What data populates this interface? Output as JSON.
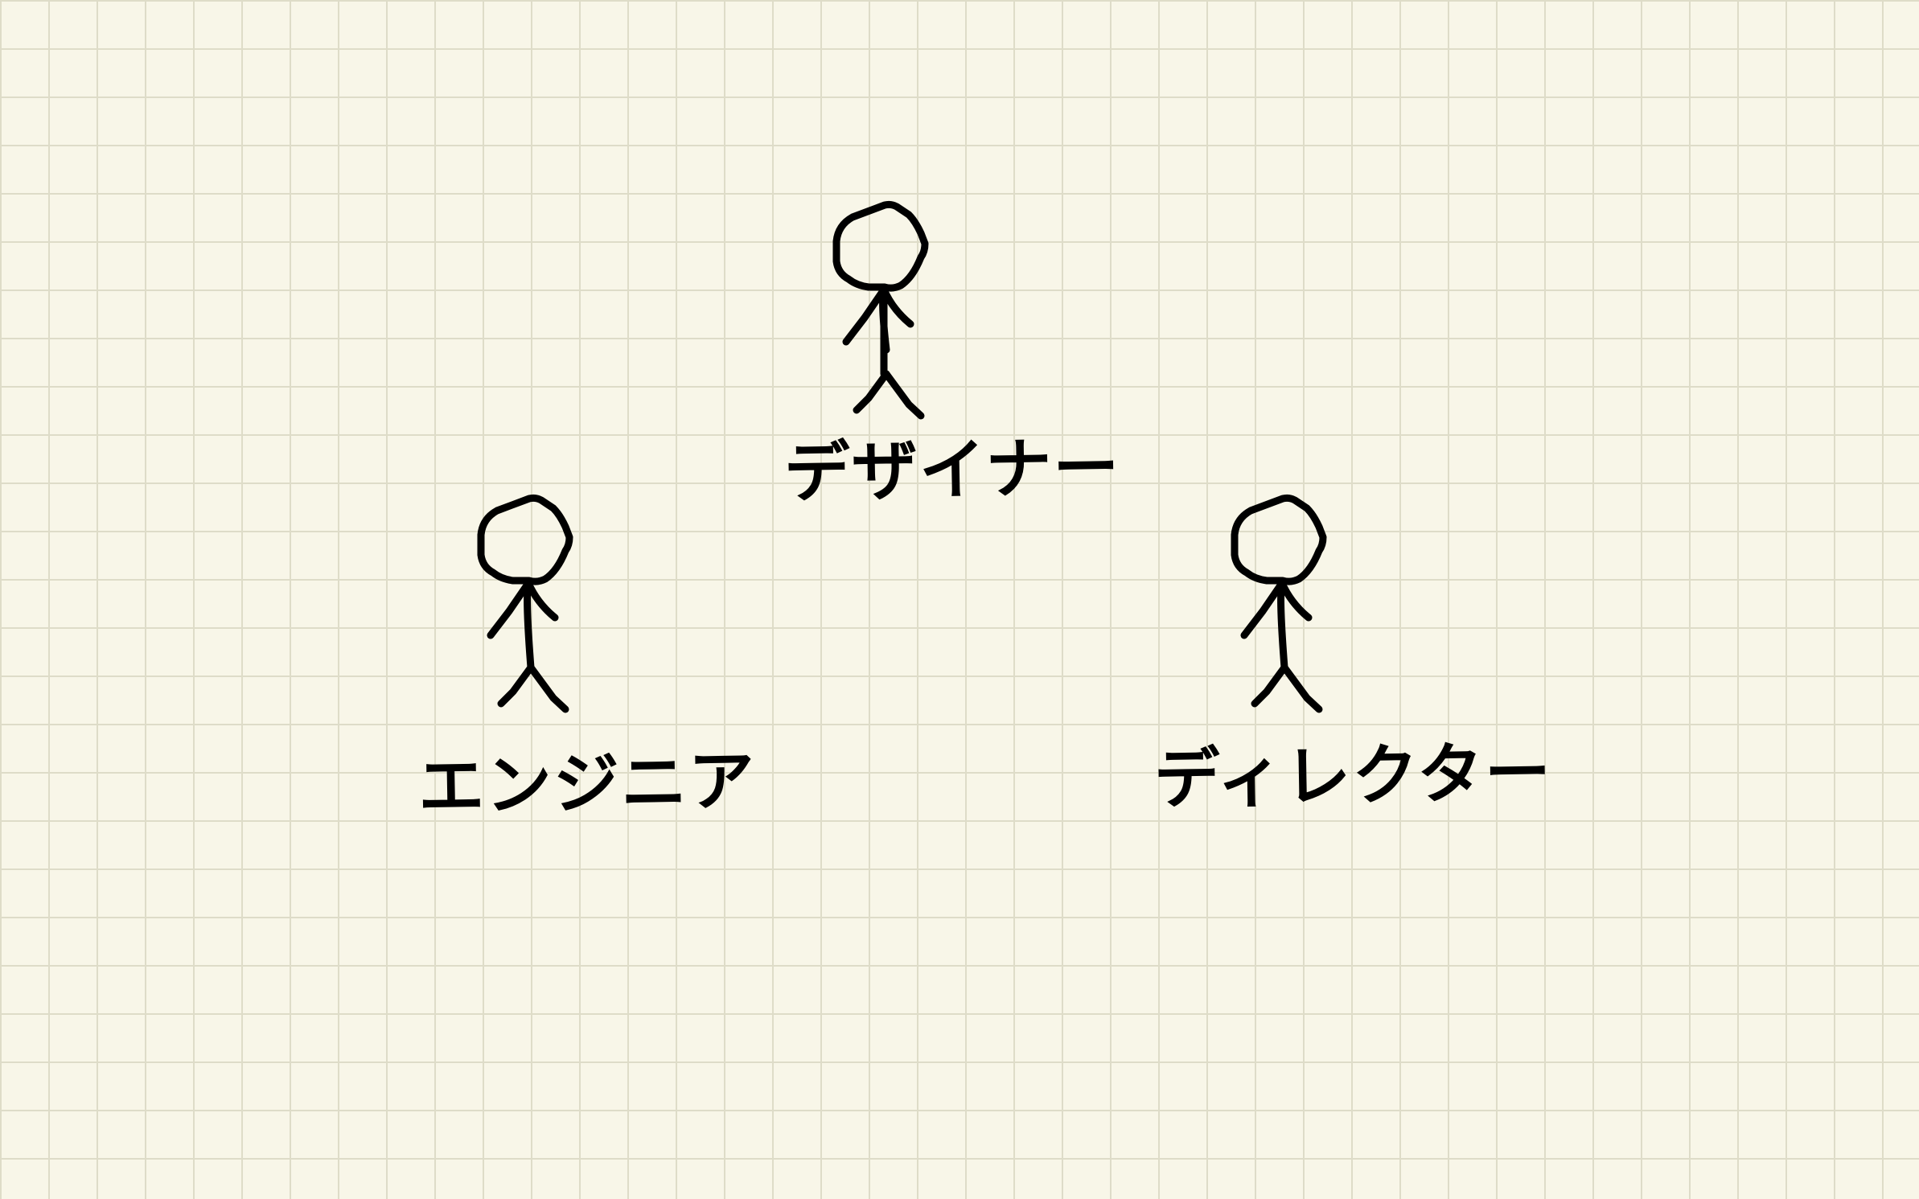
{
  "people": [
    {
      "role": "designer",
      "label": "デザイナー",
      "icon": "stick-figure-icon"
    },
    {
      "role": "engineer",
      "label": "エンジニア",
      "icon": "stick-figure-icon"
    },
    {
      "role": "director",
      "label": "ディレクター",
      "icon": "stick-figure-icon"
    }
  ],
  "colors": {
    "background": "#f8f6e8",
    "grid": "#dedcc8",
    "ink": "#000000"
  }
}
